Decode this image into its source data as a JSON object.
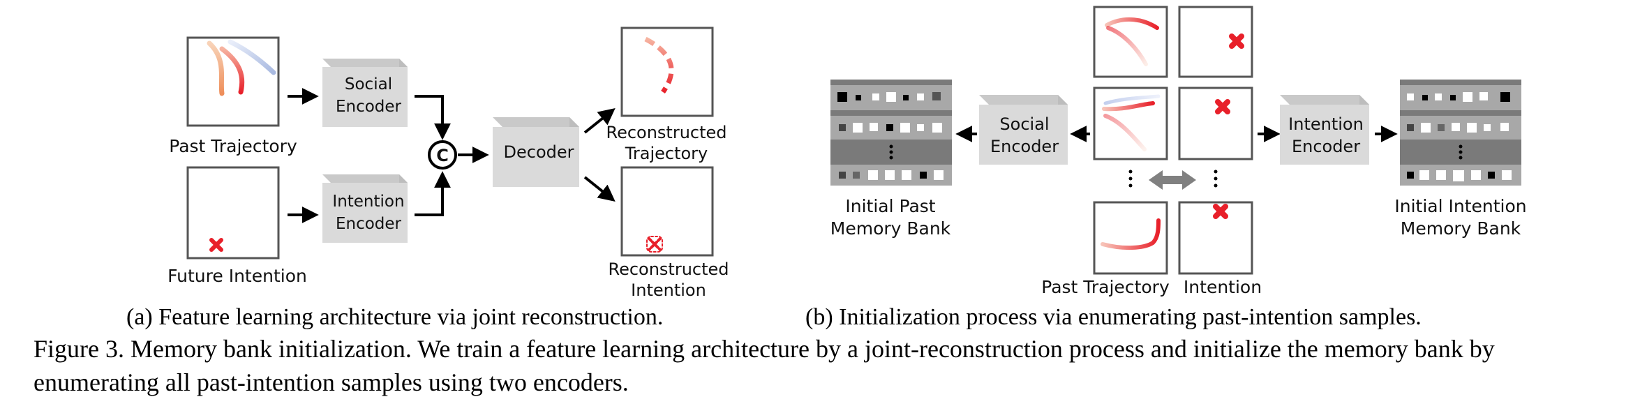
{
  "panel_a": {
    "past_trajectory_label": "Past Trajectory",
    "future_intention_label": "Future Intention",
    "social_encoder": [
      "Social",
      "Encoder"
    ],
    "intention_encoder": [
      "Intention",
      "Encoder"
    ],
    "concat_symbol": "C",
    "decoder": "Decoder",
    "reconstructed_trajectory": [
      "Reconstructed",
      "Trajectory"
    ],
    "reconstructed_intention": [
      "Reconstructed",
      "Intention"
    ],
    "subcaption": "(a) Feature learning architecture via joint reconstruction."
  },
  "panel_b": {
    "social_encoder": [
      "Social",
      "Encoder"
    ],
    "intention_encoder": [
      "Intention",
      "Encoder"
    ],
    "past_bank_label": [
      "Initial Past",
      "Memory Bank"
    ],
    "intention_bank_label": [
      "Initial Intention",
      "Memory Bank"
    ],
    "past_trajectory_label": "Past Trajectory",
    "intention_label": "Intention",
    "subcaption": "(b) Initialization process via enumerating past-intention samples."
  },
  "caption": "Figure 3. Memory bank initialization. We train a feature learning architecture by a joint-reconstruction process and initialize the memory bank by enumerating all past-intention samples using two encoders.",
  "colors": {
    "trajectory_red": "#e8202a",
    "trajectory_orange": "#f0a06c",
    "trajectory_blue": "#b7c6e6",
    "encoder_box": "#d9d9d9",
    "memory_dark": "#7a7a7a",
    "memory_light": "#a8a8a8"
  }
}
